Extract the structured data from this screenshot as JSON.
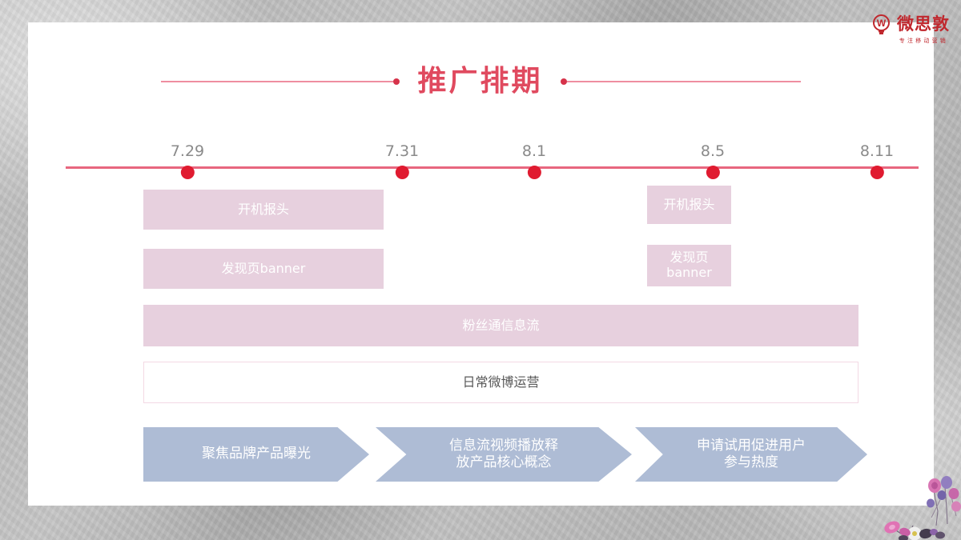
{
  "brand": {
    "mark_letter": "W",
    "name": "微思敦",
    "tagline": "专注移动营销"
  },
  "slide": {
    "title": "推广排期",
    "card_background": "#ffffff",
    "accent_color": "#e04a5f",
    "bar_color": "#e7d0de",
    "arrow_color": "#aebcd5",
    "dot_color": "#e01b30",
    "line_color": "#e8677f"
  },
  "timeline": {
    "dates": [
      "7.29",
      "7.31",
      "8.1",
      "8.5",
      "8.11"
    ]
  },
  "channels": [
    {
      "label": "开机报头",
      "group": "left",
      "row": 1
    },
    {
      "label": "开机报头",
      "group": "right",
      "row": 1
    },
    {
      "label": "发现页banner",
      "group": "left",
      "row": 2
    },
    {
      "label": "发现页\nbanner",
      "group": "right",
      "row": 2
    },
    {
      "label": "粉丝通信息流",
      "group": "full",
      "row": 3
    },
    {
      "label": "日常微博运营",
      "group": "full",
      "row": 4,
      "style": "outline"
    }
  ],
  "channel_labels": {
    "boot_header_left": "开机报头",
    "boot_header_right": "开机报头",
    "discover_banner_left": "发现页banner",
    "discover_banner_right_line1": "发现页",
    "discover_banner_right_line2": "banner",
    "fans_feed": "粉丝通信息流",
    "daily_weibo": "日常微博运营"
  },
  "stages": [
    {
      "line1": "聚焦品牌产品曝光",
      "line2": ""
    },
    {
      "line1": "信息流视频播放释",
      "line2": "放产品核心概念"
    },
    {
      "line1": "申请试用促进用户",
      "line2": "参与热度"
    }
  ]
}
